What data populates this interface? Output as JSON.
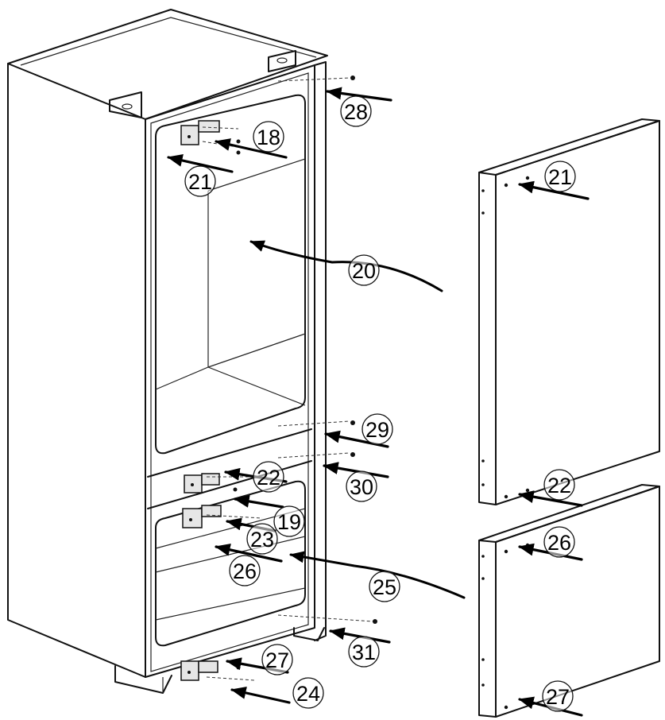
{
  "callouts": {
    "c18": "18",
    "c19": "19",
    "c20": "20",
    "c21a": "21",
    "c21b": "21",
    "c22a": "22",
    "c22b": "22",
    "c23": "23",
    "c24": "24",
    "c25": "25",
    "c26a": "26",
    "c26b": "26",
    "c27a": "27",
    "c27b": "27",
    "c28": "28",
    "c29": "29",
    "c30": "30",
    "c31": "31"
  },
  "icons": {
    "arrow": "filled-arrow-icon",
    "hinge": "hinge-icon",
    "screw": "screw-icon"
  }
}
